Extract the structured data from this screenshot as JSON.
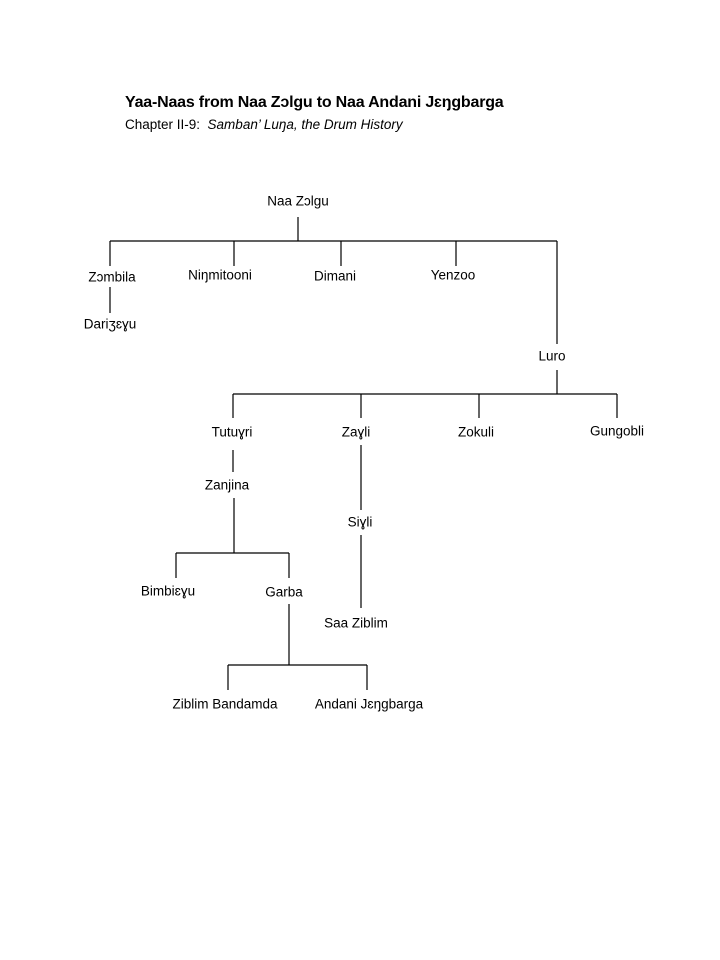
{
  "header": {
    "title": "Yaa-Naas from Naa Zɔlgu to Naa Andani Jɛŋgbarga",
    "subtitle_prefix": "Chapter II-9:  ",
    "subtitle_italic": "Samban’ Luŋa, the Drum History"
  },
  "tree": {
    "naa_zolgu": "Naa Zɔlgu",
    "zombila": "Zɔmbila",
    "nimitooni": "Niŋmitooni",
    "dimani": "Dimani",
    "yenzoo": "Yenzoo",
    "dariziyu": "Dariʒɛɣu",
    "luro": "Luro",
    "tutuyri": "Tutuɣri",
    "zayli": "Zaɣli",
    "zokuli": "Zokuli",
    "gungobli": "Gungobli",
    "zanjina": "Zanjina",
    "siyli": "Siɣli",
    "bimbieyu": "Bimbiɛɣu",
    "garba": "Garba",
    "saa_ziblim": "Saa Ziblim",
    "ziblim_bandamda": "Ziblim Bandamda",
    "andani_jengbarga": "Andani Jɛŋgbarga"
  }
}
